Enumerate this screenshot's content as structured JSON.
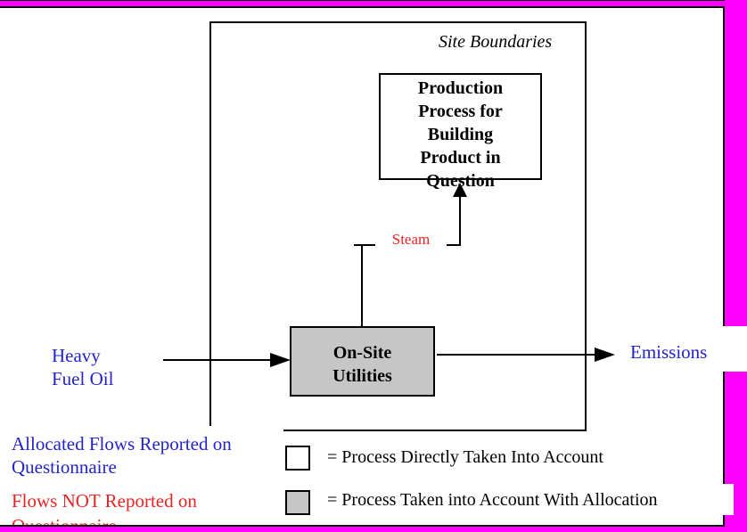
{
  "colors": {
    "frame_magenta": "#FF00FF",
    "text_blue": "#2323CC",
    "text_red": "#EE2222",
    "box_gray": "#C6C6C6"
  },
  "diagram": {
    "site_boundaries_label": "Site Boundaries",
    "production_box_lines": [
      "Production",
      "Process for",
      "Building",
      "Product in",
      "Question"
    ],
    "steam_label": "Steam",
    "utilities_box_lines": [
      "On-Site",
      "Utilities"
    ],
    "heavy_fuel_oil_lines": [
      "Heavy",
      "Fuel Oil"
    ],
    "emissions_label": "Emissions",
    "allocated_flows_lines": [
      "Allocated Flows Reported on",
      "Questionnaire"
    ],
    "flows_not_reported_lines": [
      "Flows NOT Reported on",
      "Questionnaire"
    ],
    "legend": [
      {
        "swatch": "white",
        "label": "= Process Directly Taken Into Account"
      },
      {
        "swatch": "gray",
        "label": "= Process Taken into Account With Allocation"
      }
    ]
  }
}
